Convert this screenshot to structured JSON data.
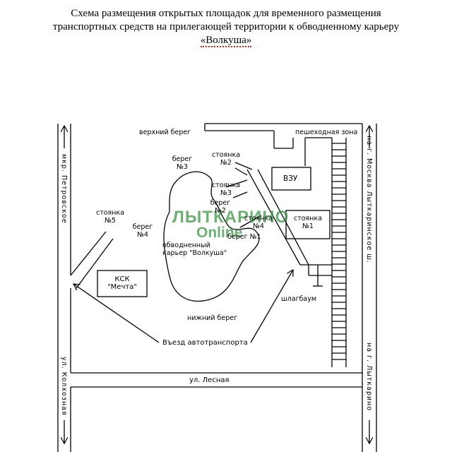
{
  "title": {
    "line1": "Схема размещения открытых площадок для временного размещения",
    "line2": "транспортных средств на прилегающей территории к обводненному карьеру",
    "line3": "«Волкуша»"
  },
  "labels": {
    "upper_bank": "верхний берег",
    "pedestrian_zone": "пешеходная зона",
    "parking2": [
      "стоянка",
      "№2"
    ],
    "bank3_top": [
      "берег",
      "№3"
    ],
    "vzu": "ВЗУ",
    "parking3": [
      "стоянка",
      "№3"
    ],
    "bank2": [
      "берег",
      "№2"
    ],
    "parking4": [
      "стоянка",
      "№4"
    ],
    "bank1": "берег №1",
    "parking1": [
      "стоянка",
      "№1"
    ],
    "parking5": [
      "стоянка",
      "№5"
    ],
    "bank4": [
      "берег",
      "№4"
    ],
    "quarry": [
      "обводненный",
      "карьер \"Волкуша\""
    ],
    "ksk": [
      "КСК",
      "\"Мечта\""
    ],
    "barrier": "шлагбаум",
    "lower_bank": "нижний берег",
    "vehicle_entry": "Въезд автотранспорта",
    "lesnaya": "ул. Лесная"
  },
  "street_labels": {
    "left_top": "мкр. Петровское",
    "left_bottom": "ул. Колхозная",
    "right_top": "на г. Москва Лыткаринское ш.",
    "right_bottom": "на г. Лыткарино"
  },
  "watermark": {
    "line1": "ЛЫТКАРИНО",
    "line2": "Online"
  },
  "colors": {
    "lines": "#000000",
    "watermark": "#3c9646"
  }
}
